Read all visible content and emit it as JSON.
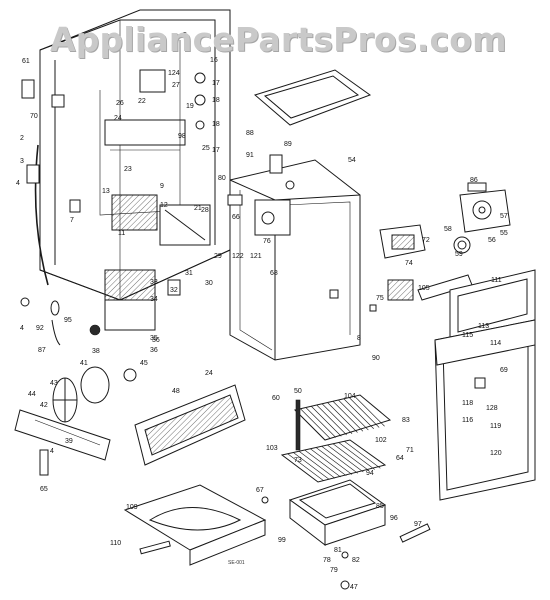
{
  "watermark": "AppliancePartsPros.com",
  "diagram_code": "SE-001",
  "callouts": {
    "c61": "61",
    "c70": "70",
    "c2": "2",
    "c3": "3",
    "c4a": "4",
    "c7": "7",
    "c5": "5",
    "c124": "124",
    "c16": "16",
    "c17a": "17",
    "c18a": "18",
    "c18b": "18",
    "c26": "26",
    "c22": "22",
    "c27": "27",
    "c24": "24",
    "c19": "19",
    "c98": "98",
    "c25": "25",
    "c17b": "17",
    "c23": "23",
    "c9": "9",
    "c13": "13",
    "c12": "12",
    "c28": "28",
    "c21": "21",
    "c29": "29",
    "c11": "11",
    "c31": "31",
    "c33": "33",
    "c34": "34",
    "c30": "30",
    "c32": "32",
    "c4b": "4",
    "c92": "92",
    "c95": "95",
    "c87": "87",
    "c38": "38",
    "c35": "35",
    "c36": "36",
    "c41": "41",
    "c45": "45",
    "c43": "43",
    "c24b": "24",
    "c42": "42",
    "c44": "44",
    "c39": "39",
    "c65": "65",
    "c48": "48",
    "c4c": "4",
    "c80": "80",
    "c91": "91",
    "c88": "88",
    "c89": "89",
    "c66": "66",
    "c76": "76",
    "c122": "122",
    "c121": "121",
    "c54": "54",
    "c72": "72",
    "c74": "74",
    "c75": "75",
    "c105": "105",
    "c86": "86",
    "c90": "90",
    "c8": "8",
    "c68": "68",
    "c57": "57",
    "c55": "55",
    "c56": "56",
    "c58": "58",
    "c59": "59",
    "c111": "111",
    "c113": "113",
    "c115": "115",
    "c114": "114",
    "c69": "69",
    "c118": "118",
    "c116": "116",
    "c119": "119",
    "c120": "120",
    "c128": "128",
    "c60": "60",
    "c50": "50",
    "c104": "104",
    "c83": "83",
    "c103": "103",
    "c102": "102",
    "c71": "71",
    "c73": "73",
    "c64": "64",
    "c94": "94",
    "c67": "67",
    "c85": "85",
    "c97": "97",
    "c96": "96",
    "c99": "99",
    "c81": "81",
    "c82": "82",
    "c78": "78",
    "c79": "79",
    "c47": "47",
    "c109": "109",
    "c110": "110",
    "c36b": "36"
  }
}
